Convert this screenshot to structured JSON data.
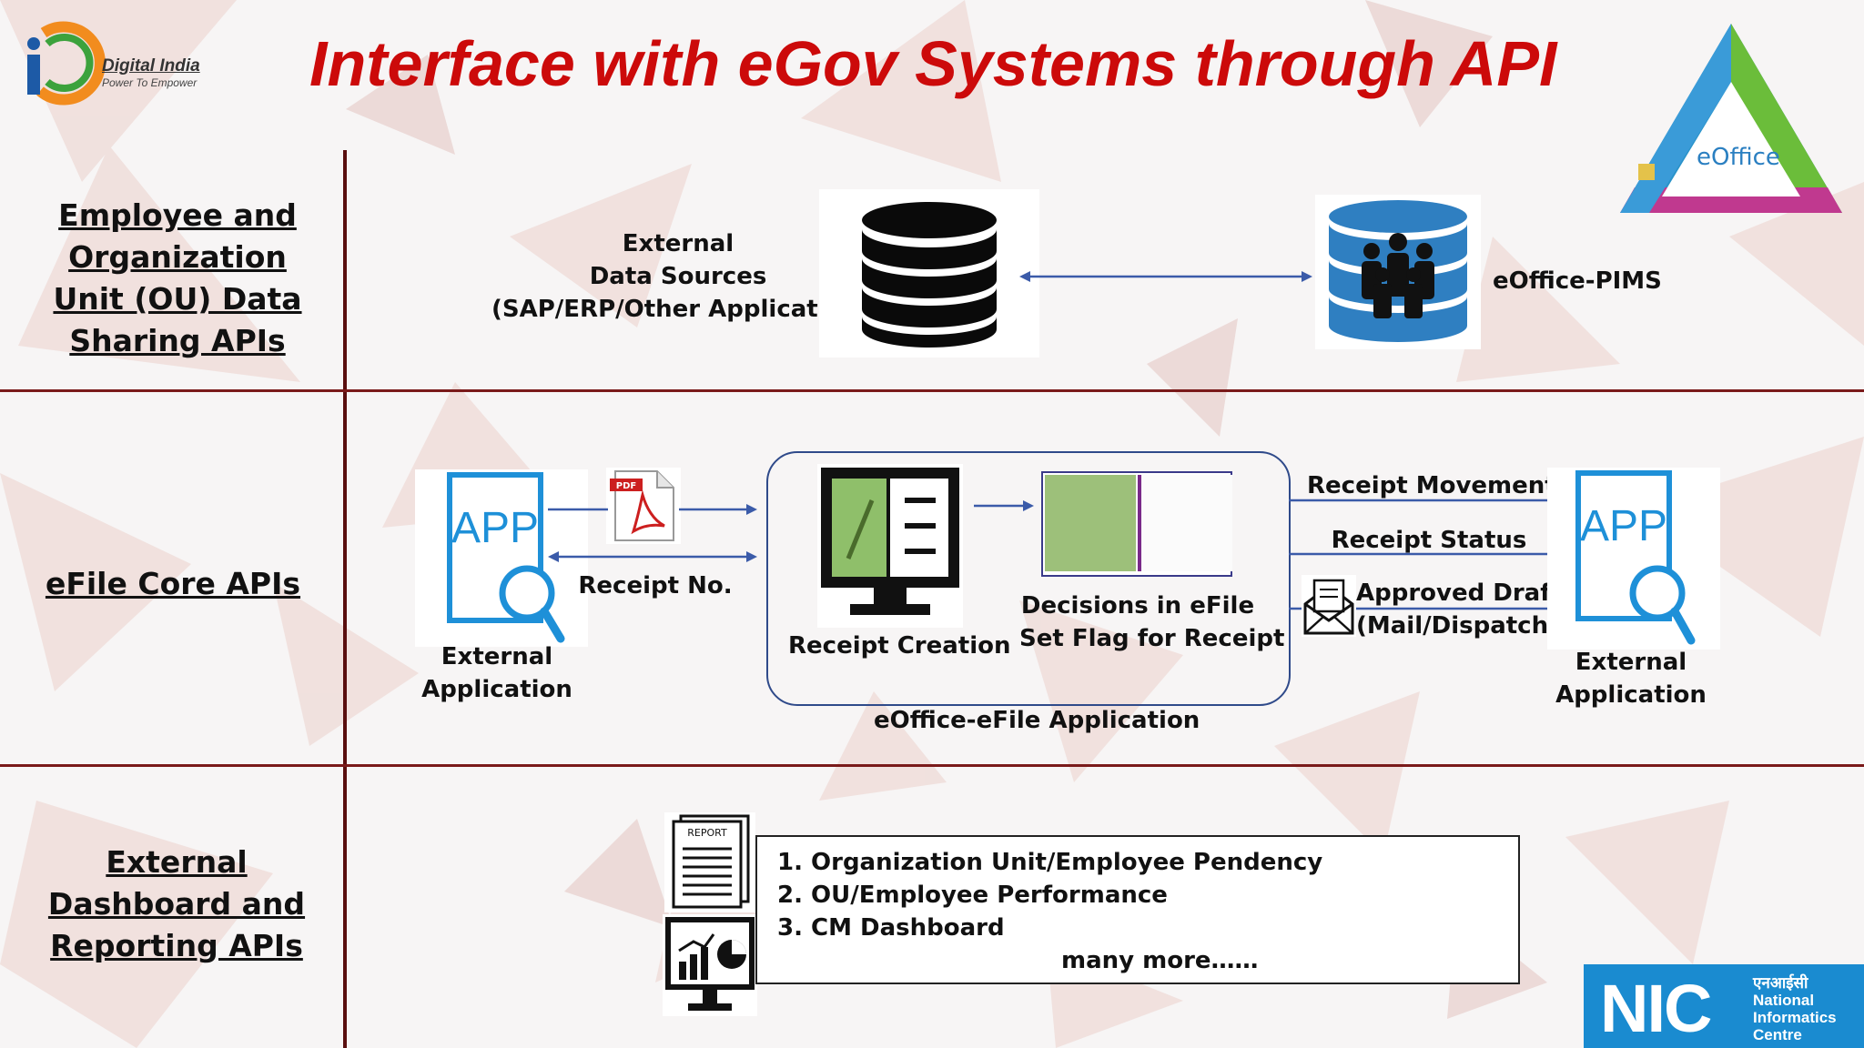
{
  "header": {
    "title": "Interface with eGov Systems through API",
    "logo_text": "Digital India",
    "logo_tagline": "Power To Empower",
    "eoffice_logo_text": "eOffice"
  },
  "rows": [
    {
      "label": "Employee and Organization Unit (OU) Data Sharing APIs"
    },
    {
      "label": "eFile Core APIs"
    },
    {
      "label": "External Dashboard and Reporting APIs"
    }
  ],
  "row1": {
    "source_line1": "External",
    "source_line2": "Data Sources",
    "source_line3": "(SAP/ERP/Other Applications)",
    "target": "eOffice-PIMS"
  },
  "row2": {
    "ext_app_left_line1": "External",
    "ext_app_left_line2": "Application",
    "app_icon_text": "APP",
    "pdf_icon_text": "PDF",
    "receipt_no": "Receipt No.",
    "receipt_creation": "Receipt Creation",
    "decisions_line1": "Decisions in eFile",
    "decisions_line2": "Set Flag for Receipt",
    "container_label": "eOffice-eFile Application",
    "receipt_movements": "Receipt Movements",
    "receipt_status": "Receipt Status",
    "approved_draft_line1": "Approved Draft",
    "approved_draft_line2": "(Mail/Dispatch)",
    "ext_app_right_line1": "External",
    "ext_app_right_line2": "Application"
  },
  "row3": {
    "report_icon_text": "REPORT",
    "items": [
      "1. Organization Unit/Employee Pendency",
      "2. OU/Employee Performance",
      "3. CM Dashboard"
    ],
    "more": "many more……"
  },
  "footer": {
    "nic_hindi": "एनआईसी",
    "nic_line1": "National",
    "nic_line2": "Informatics",
    "nic_line3": "Centre",
    "nic_abbrev": "NIC"
  },
  "colors": {
    "title": "#cc0a0a",
    "divider": "#7a1a1a",
    "arrow": "#3b5ba9",
    "app_blue": "#1e90d8",
    "db_blue": "#2f7fc1",
    "nic_blue": "#1a8bd0"
  }
}
